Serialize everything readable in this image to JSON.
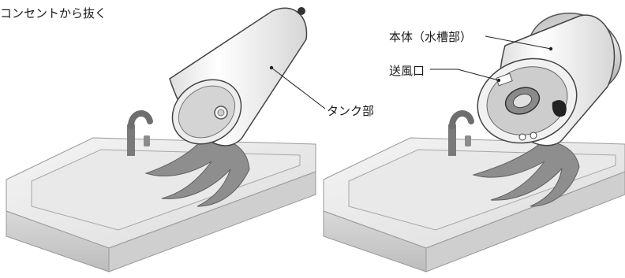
{
  "caption": "コンセントから抜く",
  "labels": {
    "tank": "タンク部",
    "body": "本体（水槽部）",
    "vent": "送風口"
  }
}
